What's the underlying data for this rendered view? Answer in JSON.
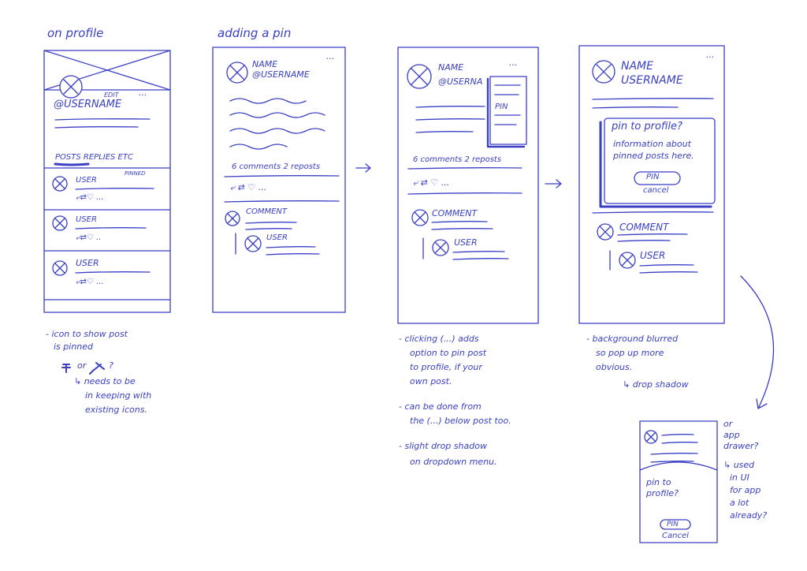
{
  "panel1": {
    "title": "on profile",
    "edit": "EDIT",
    "dots": "...",
    "username": "@USERNAME",
    "tabs": "POSTS  REPLIES  ETC",
    "pinned": "PINNED",
    "posts": [
      {
        "user": "USER",
        "actions": "⤶⇄♡  ..."
      },
      {
        "user": "USER",
        "actions": "⤶⇄♡  .."
      },
      {
        "user": "USER",
        "actions": "⤶⇄♡  ..."
      }
    ]
  },
  "panel2": {
    "title": "adding a pin",
    "name": "NAME",
    "username": "@USERNAME",
    "dots": "...",
    "stats": "6 comments  2 reposts",
    "actions": "⤶ ⇄ ♡  ...",
    "comment": "COMMENT",
    "reply_user": "USER"
  },
  "panel3": {
    "name": "NAME",
    "username": "@USERNA",
    "dots": "...",
    "menu_item": "PIN",
    "stats": "6 comments  2 reposts",
    "actions": "⤶ ⇄ ♡  ...",
    "comment": "COMMENT",
    "reply_user": "USER"
  },
  "panel4": {
    "name": "NAME",
    "username": "USERNAME",
    "dots": "...",
    "popup_title": "pin to profile?",
    "popup_body_1": "information about",
    "popup_body_2": "pinned posts here.",
    "pin_button": "PIN",
    "cancel": "cancel",
    "comment": "COMMENT",
    "reply_user": "USER"
  },
  "panel5": {
    "popup_title_1": "pin to",
    "popup_title_2": "profile?",
    "pin_button": "PIN",
    "cancel": "Cancel"
  },
  "notes": {
    "note1": [
      "- icon to show post",
      "is pinned",
      "or",
      "?",
      "↳ needs to be",
      "in keeping with",
      "existing icons."
    ],
    "note3a": [
      "- clicking (...) adds",
      "option to pin post",
      "to profile, if your",
      "own post."
    ],
    "note3b": [
      "- can be done from",
      "the (...) below post too."
    ],
    "note3c": [
      "- slight drop shadow",
      "on dropdown menu."
    ],
    "note4": [
      "- background blurred",
      "so pop up more",
      "obvious.",
      "↳ drop shadow"
    ],
    "note5": [
      "or",
      "app",
      "drawer?",
      "↳ used",
      "in UI",
      "for app",
      "a lot",
      "already?"
    ]
  }
}
